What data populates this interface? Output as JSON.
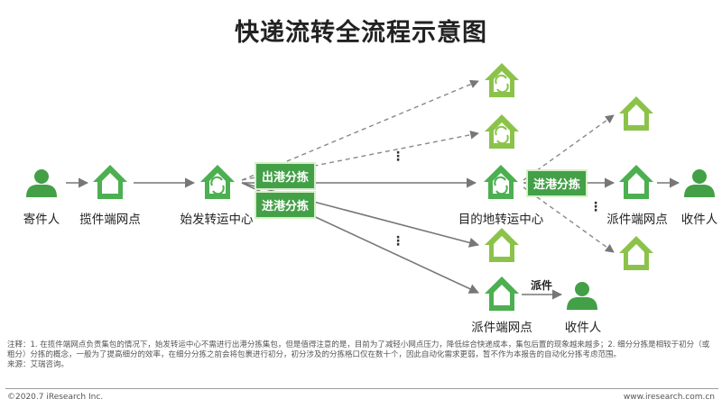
{
  "title": "快递流转全流程示意图",
  "nodes": {
    "sender": "寄件人",
    "collect_point": "揽件端网点",
    "origin_hub": "始发转运中心",
    "dest_hub": "目的地转运中心",
    "delivery_point_right": "派件端网点",
    "receiver_right": "收件人",
    "delivery_point_bottom": "派件端网点",
    "receiver_bottom": "收件人"
  },
  "tags": {
    "outbound_sort": "出港分拣",
    "inbound_sort": "进港分拣",
    "inbound_sort_dest": "进港分拣",
    "dispatch": "派件"
  },
  "ellipsis": "⋮",
  "note": "注释：1. 在揽件端网点负责集包的情况下，始发转运中心不需进行出港分拣集包，但是值得注意的是，目前为了减轻小网点压力，降低综合快递成本，集包后置的现象越来越多；2. 细分分拣是相较于初分（或粗分）分拣的概念，一般为了提高细分的效率，在细分分拣之前会将包裹进行初分，初分涉及的分拣格口仅在数十个，因此自动化需求更弱，暂不作为本报告的自动化分拣考虑范围。",
  "source": "来源：艾瑞咨询。",
  "footer_left": "©2020.7 iResearch Inc.",
  "footer_right": "www.iresearch.com.cn",
  "colors": {
    "green": "#4caf50",
    "light_green": "#8bc34a",
    "tag_bg": "#43a047",
    "arrow": "#777777"
  }
}
